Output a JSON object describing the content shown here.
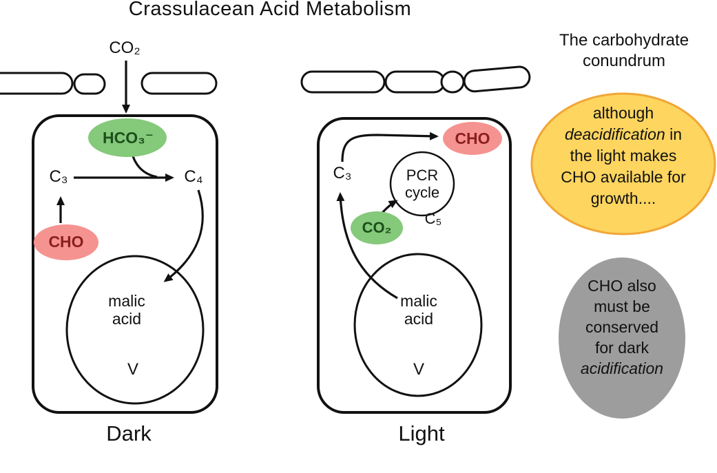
{
  "title": "Crassulacean Acid Metabolism",
  "colors": {
    "green": "#85c97a",
    "pink": "#f59390",
    "yellow": "#fdd55f",
    "yellow_border": "#f1a637",
    "gray": "#9d9d9d"
  },
  "dark_cell": {
    "co2": "CO₂",
    "hco3": "HCO₃⁻",
    "c3": "C₃",
    "c4": "C₄",
    "cho": "CHO",
    "malic": "malic acid",
    "vacuole": "V",
    "label": "Dark"
  },
  "light_cell": {
    "cho": "CHO",
    "c3": "C₃",
    "pcr": "PCR cycle",
    "c5": "C₅",
    "co2": "CO₂",
    "malic": "malic acid",
    "vacuole": "V",
    "label": "Light"
  },
  "sidebar": {
    "heading": "The carbohydrate conundrum",
    "yellow_bubble": {
      "line1": "although",
      "line2_italic": "deacidification",
      "line2_rest": " in",
      "line3": "the light makes",
      "line4": "CHO available for",
      "line5": "growth...."
    },
    "gray_bubble": {
      "line1": "CHO also",
      "line2": "must be",
      "line3": "conserved",
      "line4": "for dark",
      "line5_italic": "acidification"
    }
  }
}
